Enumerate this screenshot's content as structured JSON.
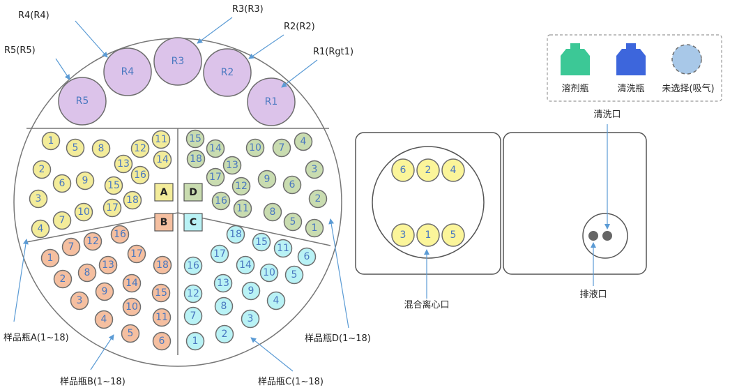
{
  "colors": {
    "reagent": "#dcc3ea",
    "section_a": "#f3ec9a",
    "section_b": "#f5bfa0",
    "section_c": "#b9f2f5",
    "section_d": "#c9dcb0",
    "mix_pos": "#fbf59a",
    "solvent": "#3cc896",
    "wash": "#3d66dc",
    "unselected": "#a8c8e8",
    "arrow": "#5b9bd5"
  },
  "legend": {
    "solvent": "溶剂瓶",
    "wash": "清洗瓶",
    "unselected": "未选择(吸气)"
  },
  "reagents": [
    {
      "id": "R1",
      "callout": "R1(Rgt1)"
    },
    {
      "id": "R2",
      "callout": "R2(R2)"
    },
    {
      "id": "R3",
      "callout": "R3(R3)"
    },
    {
      "id": "R4",
      "callout": "R4(R4)"
    },
    {
      "id": "R5",
      "callout": "R5(R5)"
    }
  ],
  "sections": {
    "a": {
      "letter": "A",
      "callout": "样品瓶A(1~18)",
      "positions": [
        "1",
        "2",
        "3",
        "4",
        "5",
        "6",
        "7",
        "8",
        "9",
        "10",
        "11",
        "12",
        "13",
        "14",
        "15",
        "16",
        "17",
        "18"
      ]
    },
    "b": {
      "letter": "B",
      "callout": "样品瓶B(1~18)",
      "positions": [
        "1",
        "2",
        "3",
        "4",
        "5",
        "6",
        "7",
        "8",
        "9",
        "10",
        "11",
        "12",
        "13",
        "14",
        "15",
        "16",
        "17",
        "18"
      ]
    },
    "c": {
      "letter": "C",
      "callout": "样品瓶C(1~18)",
      "positions": [
        "1",
        "2",
        "3",
        "4",
        "5",
        "6",
        "7",
        "8",
        "9",
        "10",
        "11",
        "12",
        "13",
        "14",
        "15",
        "16",
        "17",
        "18"
      ]
    },
    "d": {
      "letter": "D",
      "callout": "样品瓶D(1~18)",
      "positions": [
        "1",
        "2",
        "3",
        "4",
        "5",
        "6",
        "7",
        "8",
        "9",
        "10",
        "11",
        "12",
        "13",
        "14",
        "15",
        "16",
        "17",
        "18"
      ]
    }
  },
  "mix": {
    "label": "混合离心口",
    "top_row": [
      "6",
      "2",
      "4"
    ],
    "bottom_row": [
      "3",
      "1",
      "5"
    ]
  },
  "wash_station": {
    "wash_port": "清洗口",
    "drain_port": "排液口"
  }
}
